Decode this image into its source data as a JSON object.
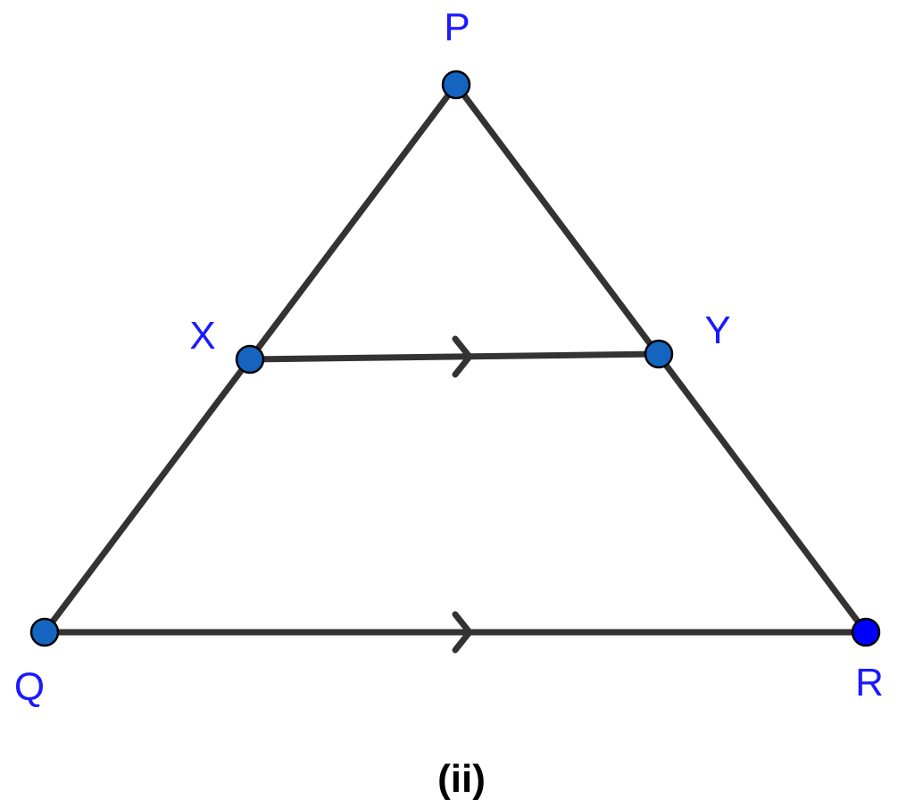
{
  "labels": {
    "P": "P",
    "Q": "Q",
    "R": "R",
    "X": "X",
    "Y": "Y"
  },
  "caption": "(ii)",
  "colors": {
    "line": "#333333",
    "point_fill": "#1565c0",
    "point_R_fill": "#0000ff",
    "point_stroke": "#000000",
    "label": "#1a1aff"
  },
  "segments": [
    "PQ",
    "PR",
    "QR",
    "XY"
  ],
  "parallel_marks": [
    "XY",
    "QR"
  ]
}
